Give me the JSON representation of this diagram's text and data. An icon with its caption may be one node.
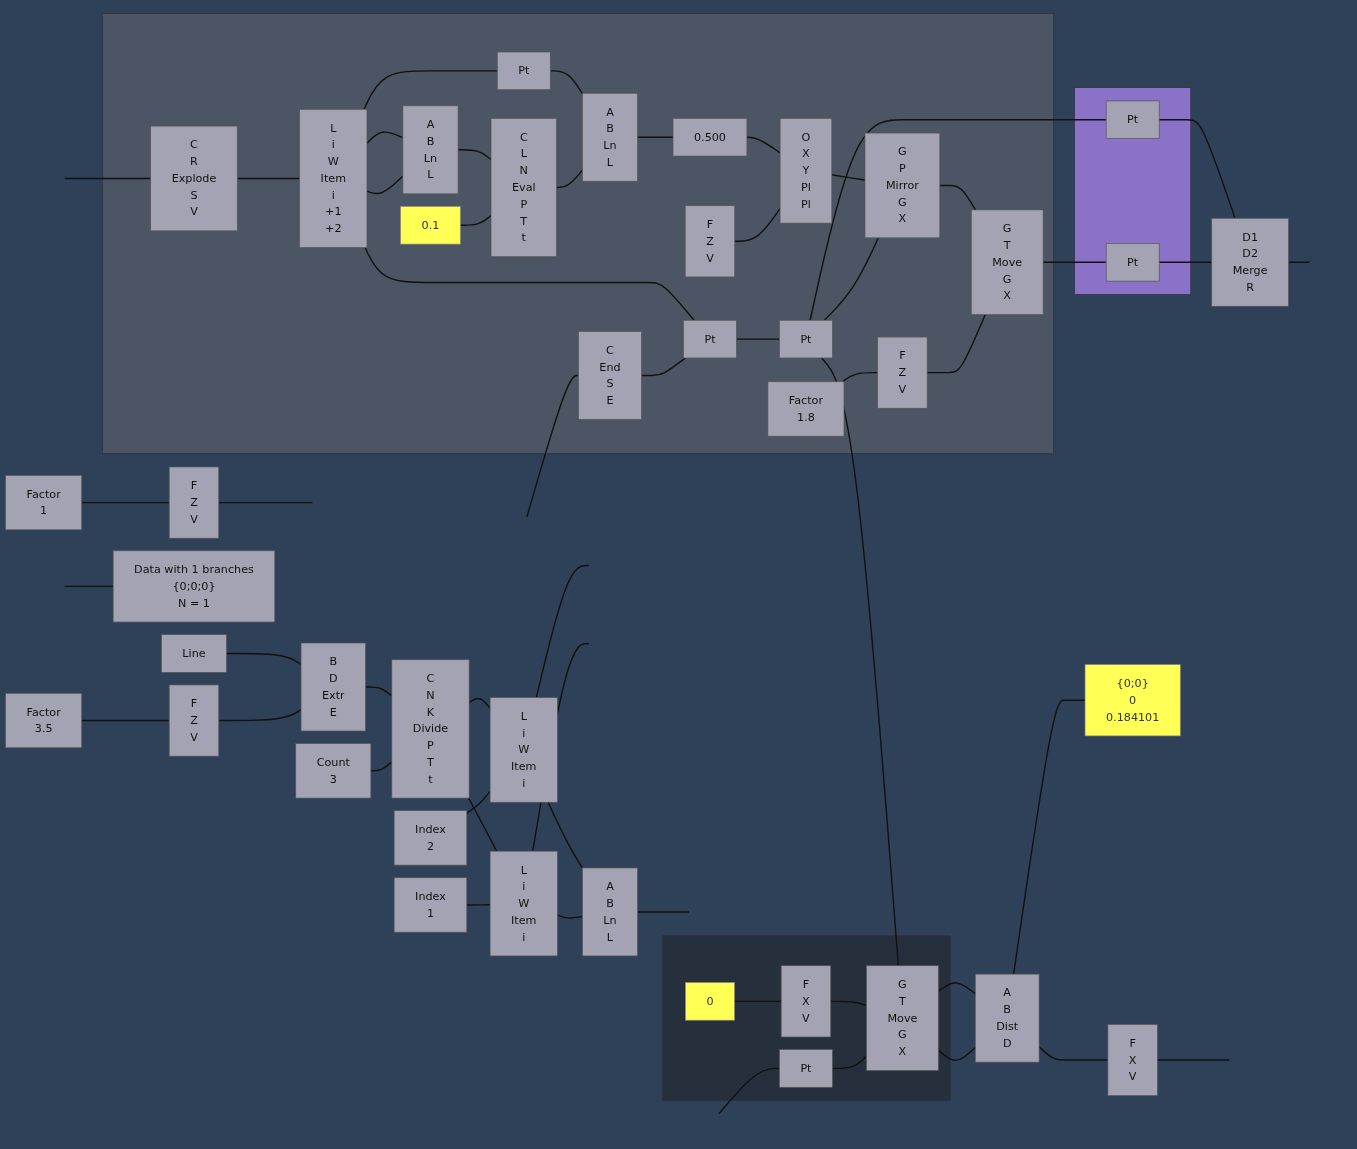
{
  "diagram": {
    "nodes": [
      {
        "text": [
          "Line"
        ]
      },
      {
        "text": [
          "B",
          "D",
          "Extr",
          "E"
        ]
      },
      {
        "text": [
          "Factor",
          "3.5"
        ]
      },
      {
        "text": [
          "F",
          "Z",
          "V"
        ]
      },
      {
        "text": [
          "Count",
          "3"
        ]
      },
      {
        "text": [
          "C",
          "N",
          "K",
          "Divide",
          "P",
          "T",
          "t"
        ]
      },
      {
        "text": [
          "Index",
          "2"
        ]
      },
      {
        "text": [
          "L",
          "i",
          "W",
          "Item",
          "i"
        ]
      },
      {
        "text": [
          "A",
          "B",
          "Ln",
          "L"
        ]
      },
      {
        "text": [
          "L",
          "i",
          "W",
          "Item",
          "i"
        ]
      },
      {
        "text": [
          "Index",
          "1"
        ]
      },
      {
        "text": [
          "F",
          "Z",
          "V"
        ]
      },
      {
        "text": [
          "Factor",
          "1"
        ]
      },
      {
        "text": [
          "Data with 1 branches",
          "{0;0;0}",
          "N = 1"
        ]
      },
      {
        "text": [],
        "shape": "box"
      },
      {
        "text": [
          "C",
          "R",
          "Explode",
          "S",
          "V"
        ],
        "in": 14
      },
      {
        "text": [
          "L",
          "i",
          "W",
          "Item",
          "i",
          "+1",
          "+2"
        ],
        "in": 14
      },
      {
        "text": [
          "Pt"
        ],
        "in": 14
      },
      {
        "text": [
          "A",
          "B",
          "Ln",
          "L"
        ],
        "in": 14
      },
      {
        "text": [
          "A",
          "B",
          "Ln",
          "L"
        ],
        "in": 14
      },
      {
        "text": [
          "C",
          "L",
          "N",
          "Eval",
          "P",
          "T",
          "t"
        ],
        "in": 14
      },
      {
        "text": [
          "0.500"
        ],
        "in": 14
      },
      {
        "text": [],
        "shape": "box"
      },
      {
        "text": [
          "Pt"
        ],
        "in": 22
      },
      {
        "text": [
          "Pt"
        ],
        "in": 22
      },
      {
        "text": [
          "D1",
          "D2",
          "Merge",
          "R"
        ]
      },
      {
        "text": [
          "0.1"
        ],
        "in": 14
      },
      {
        "text": [
          "F",
          "Z",
          "V"
        ],
        "in": 14
      },
      {
        "text": [
          "O",
          "X",
          "Y",
          "Pl",
          "Pl"
        ],
        "in": 14
      },
      {
        "text": [
          "G",
          "P",
          "Mirror",
          "G",
          "X"
        ],
        "in": 14
      },
      {
        "text": [
          "G",
          "T",
          "Move",
          "G",
          "X"
        ],
        "in": 14
      },
      {
        "text": [
          "F",
          "Z",
          "V"
        ],
        "in": 14
      },
      {
        "text": [
          "Factor",
          "1.8"
        ],
        "in": 14
      },
      {
        "text": [
          "C",
          "End",
          "S",
          "E"
        ],
        "in": 14
      },
      {
        "text": [
          "Pt"
        ],
        "in": 14
      },
      {
        "text": [
          "Pt"
        ],
        "in": 14
      },
      {
        "text": [],
        "shape": "box"
      },
      {
        "text": [
          "0"
        ],
        "in": 36
      },
      {
        "text": [
          "F",
          "X",
          "V"
        ],
        "in": 36
      },
      {
        "text": [
          "Pt"
        ],
        "in": 36
      },
      {
        "text": [
          "G",
          "T",
          "Move",
          "G",
          "X"
        ],
        "in": 36
      },
      {
        "text": [
          "A",
          "B",
          "Dist",
          "D"
        ]
      },
      {
        "text": [
          "{0;0}",
          "0",
          "0.184101"
        ]
      },
      {
        "text": [
          "F",
          "X",
          "V"
        ]
      }
    ],
    "edges": [
      {
        "from": 0,
        "to": 1,
        "arrow": "none"
      },
      {
        "from": 2,
        "to": 3,
        "arrow": "none"
      },
      {
        "from": 3,
        "to": 1,
        "arrow": "none"
      },
      {
        "from": 1,
        "to": 5,
        "arrow": "none"
      },
      {
        "from": 4,
        "to": 5,
        "arrow": "none"
      },
      {
        "from": 5,
        "to": 7,
        "arrow": "none"
      },
      {
        "from": 5,
        "to": 9,
        "arrow": "none"
      },
      {
        "from": 6,
        "to": 7,
        "arrow": "none"
      },
      {
        "from": 10,
        "to": 9,
        "arrow": "none"
      },
      {
        "from": 7,
        "to": 8,
        "arrow": "none"
      },
      {
        "from": 9,
        "to": 8,
        "arrow": "none"
      },
      {
        "from": 7,
        "to": null,
        "arrow": "none"
      },
      {
        "from": 8,
        "to": null,
        "arrow": "none"
      },
      {
        "from": 9,
        "to": null,
        "arrow": "none"
      },
      {
        "from": 12,
        "to": 11,
        "arrow": "none"
      },
      {
        "from": 11,
        "to": null,
        "arrow": "none"
      },
      {
        "from": null,
        "to": 13,
        "arrow": "none"
      },
      {
        "from": null,
        "to": 15,
        "arrow": "none"
      },
      {
        "from": 15,
        "to": 16,
        "arrow": "none"
      },
      {
        "from": 16,
        "to": 18,
        "arrow": "none"
      },
      {
        "from": 16,
        "to": 17,
        "arrow": "none"
      },
      {
        "from": 16,
        "to": 18,
        "arrow": "none"
      },
      {
        "from": 17,
        "to": 19,
        "arrow": "none"
      },
      {
        "from": 18,
        "to": 20,
        "arrow": "none"
      },
      {
        "from": 26,
        "to": 20,
        "arrow": "none"
      },
      {
        "from": 20,
        "to": 19,
        "arrow": "none"
      },
      {
        "from": 19,
        "to": 21,
        "arrow": "none"
      },
      {
        "from": 21,
        "to": 28,
        "arrow": "none"
      },
      {
        "from": 27,
        "to": 28,
        "arrow": "none"
      },
      {
        "from": 28,
        "to": 29,
        "arrow": "none"
      },
      {
        "from": 29,
        "to": 30,
        "arrow": "none"
      },
      {
        "from": 32,
        "to": 31,
        "arrow": "none"
      },
      {
        "from": 31,
        "to": 30,
        "arrow": "none"
      },
      {
        "from": 30,
        "to": 24,
        "arrow": "none"
      },
      {
        "from": 23,
        "to": 25,
        "arrow": "none"
      },
      {
        "from": 24,
        "to": 25,
        "arrow": "none"
      },
      {
        "from": 25,
        "to": null,
        "arrow": "none"
      },
      {
        "from": null,
        "to": 33,
        "arrow": "none"
      },
      {
        "from": 16,
        "to": 34,
        "arrow": "none"
      },
      {
        "from": 33,
        "to": 34,
        "arrow": "none"
      },
      {
        "from": 34,
        "to": 35,
        "arrow": "none"
      },
      {
        "from": 35,
        "to": 23,
        "arrow": "none"
      },
      {
        "from": 35,
        "to": 29,
        "arrow": "none"
      },
      {
        "from": 35,
        "to": 40,
        "arrow": "none"
      },
      {
        "from": 37,
        "to": 38,
        "arrow": "none"
      },
      {
        "from": 38,
        "to": 40,
        "arrow": "none"
      },
      {
        "from": null,
        "to": 39,
        "arrow": "none"
      },
      {
        "from": 39,
        "to": 40,
        "arrow": "none"
      },
      {
        "from": 40,
        "to": 41,
        "arrow": "none"
      },
      {
        "from": 40,
        "to": 41,
        "arrow": "none"
      },
      {
        "from": 41,
        "to": 42,
        "arrow": "none"
      },
      {
        "from": 41,
        "to": 43,
        "arrow": "none"
      },
      {
        "from": 43,
        "to": null,
        "arrow": "none"
      }
    ]
  }
}
